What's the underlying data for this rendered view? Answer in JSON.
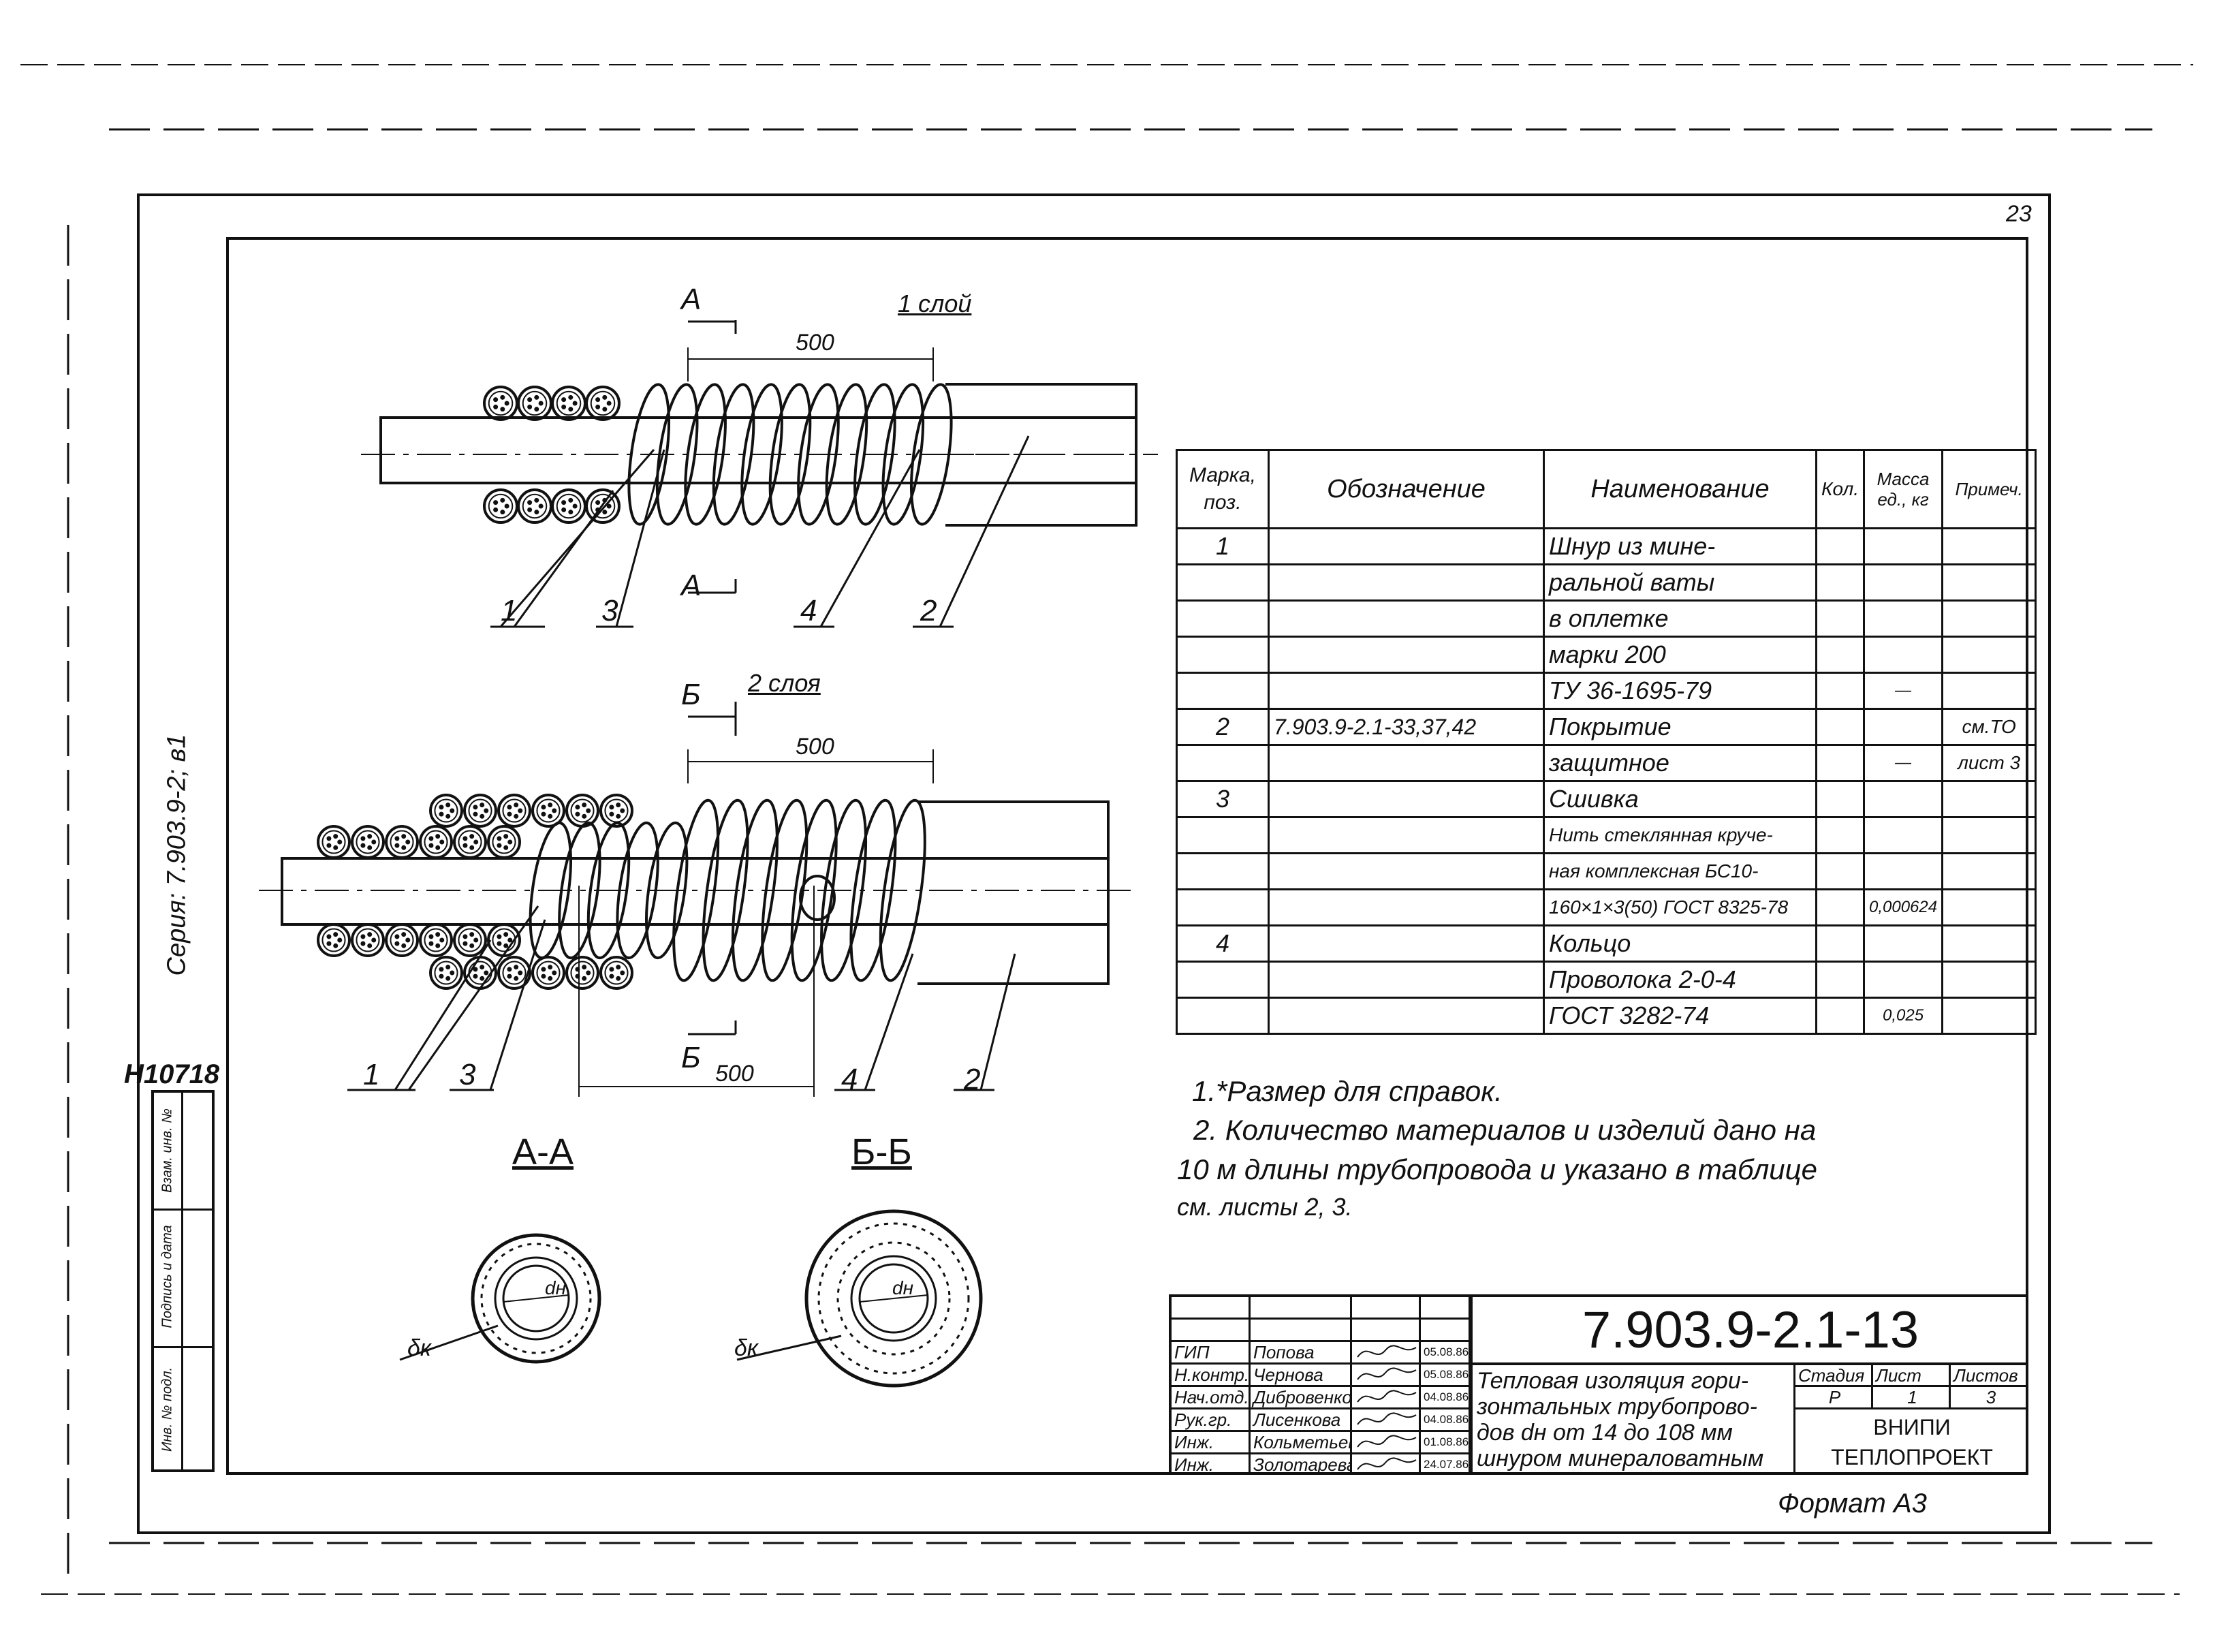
{
  "sheet_corner_number": "23",
  "side": {
    "series": "Серия: 7.903.9-2; в1",
    "inventory": "Н10718",
    "stamp_fields": [
      "Инв. № подл.",
      "Подпись и дата",
      "Взам. инв. №"
    ]
  },
  "drawing": {
    "view1": {
      "section_mark_top": "А",
      "section_mark_bottom": "А",
      "layer_label": "1 слой",
      "dimension": "500",
      "callouts": [
        "1",
        "3",
        "4",
        "2"
      ]
    },
    "view2": {
      "section_mark_top": "Б",
      "section_mark_bottom": "Б",
      "layer_label": "2 слоя",
      "dimension_top": "500",
      "dimension_bottom": "500",
      "callouts": [
        "1",
        "3",
        "4",
        "2"
      ]
    },
    "section_aa": {
      "title": "А-А",
      "dia_label": "dн",
      "thickness_label": "δк"
    },
    "section_bb": {
      "title": "Б-Б",
      "dia_label": "dн",
      "thickness_label": "δк"
    }
  },
  "spec_table": {
    "headers": [
      "Марка, поз.",
      "Обозначение",
      "Наименование",
      "Кол.",
      "Масса ед., кг",
      "Примеч."
    ],
    "rows": [
      [
        "1",
        "",
        "Шнур  из  мине-",
        "",
        "",
        ""
      ],
      [
        "",
        "",
        "ральной ваты",
        "",
        "",
        ""
      ],
      [
        "",
        "",
        "в оплетке",
        "",
        "",
        ""
      ],
      [
        "",
        "",
        " марки  200",
        "",
        "",
        ""
      ],
      [
        "",
        "",
        "ТУ 36-1695-79",
        "",
        "—",
        ""
      ],
      [
        "2",
        "7.903.9-2.1-33,37,42",
        "Покрытие",
        "",
        "",
        "см.ТО"
      ],
      [
        "",
        "",
        "защитное",
        "",
        "—",
        "лист 3"
      ],
      [
        "3",
        "",
        "Сшивка",
        "",
        "",
        ""
      ],
      [
        "",
        "",
        "Нить стеклянная круче-",
        "",
        "",
        ""
      ],
      [
        "",
        "",
        "ная комплексная БС10-",
        "",
        "",
        ""
      ],
      [
        "",
        "",
        "160×1×3(50) ГОСТ 8325-78",
        "",
        "0,000624",
        ""
      ],
      [
        "4",
        "",
        "Кольцо",
        "",
        "",
        ""
      ],
      [
        "",
        "",
        "Проволока 2-0-4",
        "",
        "",
        ""
      ],
      [
        "",
        "",
        "ГОСТ 3282-74",
        "",
        "0,025",
        ""
      ]
    ]
  },
  "notes": [
    "1.*Размер для справок.",
    "2. Количество материалов и изделий дано на",
    "10 м длины трубопровода и указано в таблице",
    "см. листы 2, 3."
  ],
  "title_block": {
    "document_number": "7.903.9-2.1-13",
    "signatures": [
      {
        "role": "ГИП",
        "name": "Попова",
        "date": "05.08.86"
      },
      {
        "role": "Н.контр.",
        "name": "Чернова",
        "date": "05.08.86"
      },
      {
        "role": "Нач.отд.",
        "name": "Дибровенко",
        "date": "04.08.86"
      },
      {
        "role": "Рук.гр.",
        "name": "Лисенкова",
        "date": "04.08.86"
      },
      {
        "role": "Инж.",
        "name": "Кольметьева",
        "date": "01.08.86"
      },
      {
        "role": "Инж.",
        "name": "Золотарева",
        "date": "24.07.86"
      }
    ],
    "title_lines": [
      "Тепловая изоляция гори-",
      "зонтальных трубопрово-",
      "дов dн от 14 до 108 мм",
      "шнуром минераловатным"
    ],
    "stage_headers": [
      "Стадия",
      "Лист",
      "Листов"
    ],
    "stage_values": [
      "Р",
      "1",
      "3"
    ],
    "organization": [
      "ВНИПИ",
      "ТЕПЛОПРОЕКТ"
    ]
  },
  "format_label": "Формат А3"
}
